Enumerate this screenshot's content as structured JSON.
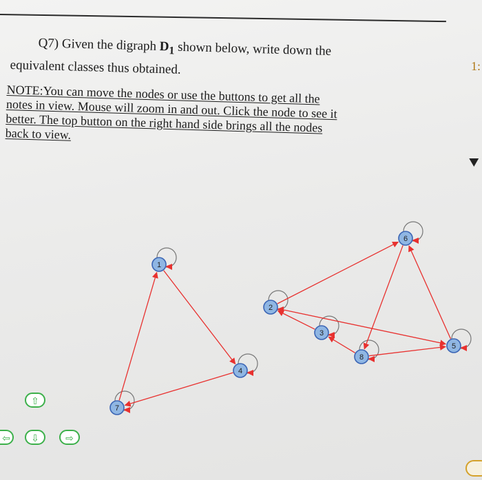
{
  "question": {
    "line1_prefix": "Q7) Given the digraph ",
    "graph_name": "D",
    "graph_sub": "1",
    "line1_suffix": " shown below, write down the",
    "line2": "equivalent classes thus obtained."
  },
  "page_number": "1:",
  "note": {
    "lines": [
      "NOTE:You can move the nodes or use the buttons to get all the",
      "notes in view. Mouse will zoom in and out. Click the node to see it",
      "better. The top button on the right hand side brings all the nodes",
      "back to view."
    ]
  },
  "graph": {
    "nodes": [
      {
        "label": "1"
      },
      {
        "label": "2"
      },
      {
        "label": "3"
      },
      {
        "label": "4"
      },
      {
        "label": "5"
      },
      {
        "label": "6"
      },
      {
        "label": "7"
      },
      {
        "label": "8"
      }
    ],
    "edges": [
      [
        "1",
        "4"
      ],
      [
        "4",
        "7"
      ],
      [
        "7",
        "1"
      ],
      [
        "2",
        "6"
      ],
      [
        "3",
        "2"
      ],
      [
        "2",
        "5"
      ],
      [
        "6",
        "8"
      ],
      [
        "8",
        "3"
      ],
      [
        "8",
        "5"
      ],
      [
        "5",
        "6"
      ]
    ],
    "loops": [
      "1",
      "2",
      "3",
      "4",
      "5",
      "6",
      "7",
      "8"
    ],
    "colors": {
      "node_fill": "#8fb6e3",
      "node_stroke": "#3a64b4",
      "edge": "#e8312f",
      "loop": "#777777"
    }
  },
  "buttons": {
    "up_icon": "⇧",
    "down_icon": "⇩",
    "right_icon": "⇨",
    "left_icon": "⇦",
    "accent": "#3cb04a"
  }
}
